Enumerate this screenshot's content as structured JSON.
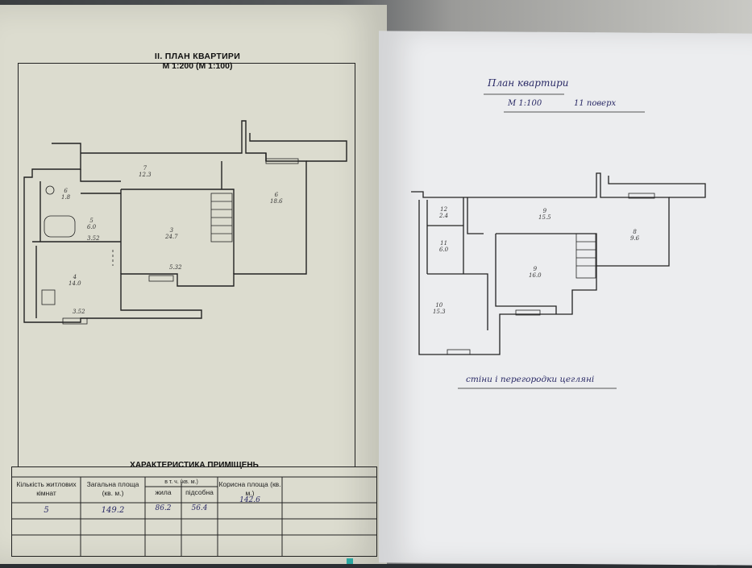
{
  "left": {
    "title": "II. ПЛАН КВАРТИРИ",
    "scale": "М 1:200 (М 1:100)",
    "rooms": [
      "7\n12.3",
      "3\n24.7",
      "6\n18.6",
      "5\n6.0",
      "4\n14.0",
      "6\n1.8"
    ],
    "dims": [
      "3.52",
      "5.32",
      "3.52"
    ],
    "table": {
      "title": "ХАРАКТЕРИСТИКА ПРИМІЩЕНЬ",
      "headers": [
        "Кількість житлових кімнат",
        "Загальна площа (кв. м.)",
        "в т. ч. (кв. м.)",
        "жила",
        "підсобна",
        "Корисна площа (кв. м.)"
      ],
      "values": [
        "5",
        "149.2",
        "86.2",
        "56.4",
        "142.6"
      ]
    }
  },
  "right": {
    "title": "План квартири",
    "scale": "М 1:100",
    "floor": "11 поверх",
    "rooms": [
      "9\n15.5",
      "8\n9.6",
      "9\n16.0",
      "10\n15.3",
      "11\n6.0",
      "12\n2.4"
    ],
    "note": "стіни і перегородки цегляні"
  }
}
